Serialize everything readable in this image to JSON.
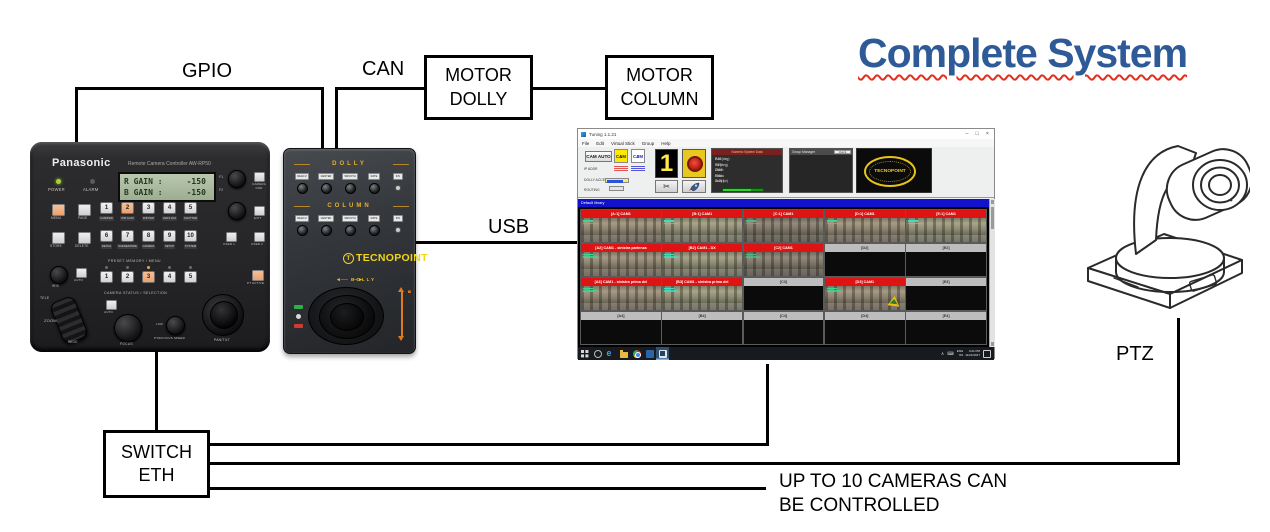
{
  "diagram": {
    "title": "Complete System",
    "gpio": "GPIO",
    "can": "CAN",
    "usb": "USB",
    "ptz": "PTZ",
    "note1": "UP TO 10 CAMERAS CAN",
    "note2": "BE CONTROLLED",
    "motor_dolly_1": "MOTOR",
    "motor_dolly_2": "DOLLY",
    "motor_column_1": "MOTOR",
    "motor_column_2": "COLUMN",
    "switch_1": "SWITCH",
    "switch_2": "ETH",
    "title_color": "#2e5b97",
    "squiggle_color": "#e0301e"
  },
  "panasonic": {
    "brand": "Panasonic",
    "model": "Remote Camera Controller  AW-RP50",
    "power": "POWER",
    "alarm": "ALARM",
    "lcd_line1": "R GAIN :     -150",
    "lcd_line2": "B GAIN :     -150",
    "f1": "F1",
    "f2": "F2",
    "camera_osd": "CAMERA OSD",
    "exit": "EXIT",
    "menu": "MENU",
    "page": "PAGE",
    "store": "STORE",
    "delete": "DELETE",
    "user1": "USER 1",
    "user2": "USER 2",
    "row1_nums": [
      "1",
      "2",
      "3",
      "4",
      "5"
    ],
    "row1_labels": [
      "CAM/PED",
      "R/B GAIN",
      "R/B PED",
      "LENS ADJ",
      "SHUTTER"
    ],
    "row2_nums": [
      "6",
      "7",
      "8",
      "9",
      "10"
    ],
    "row2_labels": [
      "DETAIL",
      "SCENE/MODE",
      "CAMERA",
      "SETUP",
      "SYSTEM"
    ],
    "preset_caption": "PRESET MEMORY / MENU",
    "cam_nums": [
      "1",
      "2",
      "3",
      "4",
      "5"
    ],
    "camera_caption": "CAMERA STATUS / SELECTION",
    "iris": "IRIS",
    "auto": "AUTO",
    "pt_active": "PT ACTIVE",
    "tele": "TELE",
    "wide": "WIDE",
    "zoom": "ZOOM",
    "focus": "FOCUS",
    "speed_low": "LOW",
    "speed_label": "PTZ/FOCUS SPEED",
    "pan_tilt": "PAN/TILT"
  },
  "tecnopoint": {
    "section1": "DOLLY",
    "section2": "COLUMN",
    "knob_labels": [
      "DEAD Z",
      "CENTER",
      "SMOOTH",
      "RATE",
      "INV"
    ],
    "logo_t": "T",
    "logo": "TECNOPOINT",
    "axis_dolly": "DOLLY",
    "axis_column": "COLUMN",
    "accent": "#e8b02c",
    "logo_color": "#f2d515"
  },
  "software": {
    "window_title": "Tuning 1.1.21",
    "window_buttons": [
      "–",
      "□",
      "×"
    ],
    "menu": [
      "File",
      "Edit",
      "Virtual Stick",
      "Group",
      "Help"
    ],
    "toolbar": {
      "cam_auto": "CAM AUTO",
      "cam1_top": "CAM",
      "cam1_num": "1",
      "cam2_top": "CAM",
      "cam2_num": "2",
      "ip_addr": "IP ADDR",
      "dolly_accel": "DOLLY ACCEL",
      "routing": "ROUTING",
      "big_number": "1"
    },
    "numeric": {
      "title": "Numeric System Data",
      "rows": [
        [
          "Pan (deg)",
          "0.33"
        ],
        [
          "Tilt (deg)",
          "0.29"
        ],
        [
          "Zoom",
          "1567"
        ],
        [
          "Focus",
          "3061"
        ],
        [
          "Dolly (m)",
          "-0.211"
        ]
      ]
    },
    "group": {
      "title": "Group Manager",
      "quick": "Quick"
    },
    "logo": "TECNOPOINT",
    "library_bar": "Default library",
    "grid": {
      "rows": [
        [
          {
            "t": "[A:1] CAM1",
            "red": 1,
            "img": 1
          },
          {
            "t": "[B:1] CAM1",
            "red": 1,
            "img": 1
          },
          {
            "t": "[C:1] CAM1",
            "red": 1,
            "img": 1
          },
          {
            "t": "[D:1] CAM1",
            "red": 1,
            "img": 1
          },
          {
            "t": "[E:1] CAM1",
            "red": 1,
            "img": 1
          }
        ],
        [
          {
            "t": "[A2] CAM1 - sinistra partenza",
            "red": 1,
            "img": 1
          },
          {
            "t": "[B2] CAM1 - DX",
            "red": 1,
            "img": 1
          },
          {
            "t": "[C2] CAM1",
            "red": 1,
            "img": 1
          },
          {
            "t": "[D2]"
          },
          {
            "t": "[E2]"
          }
        ],
        [
          {
            "t": "[A3] CAM1 - sinistra prima del",
            "red": 1,
            "img": 1
          },
          {
            "t": "[B3] CAM1 - sinistra prima del",
            "red": 1,
            "img": 1
          },
          {
            "t": "[C3]"
          },
          {
            "t": "[D3] CAM1",
            "red": 1,
            "img": 1,
            "warn": 1
          },
          {
            "t": "[E3]"
          }
        ],
        [
          {
            "t": "[A4]"
          },
          {
            "t": "[B4]"
          },
          {
            "t": "[C4]"
          },
          {
            "t": "[D4]"
          },
          {
            "t": "[E4]"
          }
        ]
      ]
    },
    "taskbar_icons": [
      "start",
      "search",
      "edge",
      "folder",
      "chrome",
      "blue",
      "tuning"
    ],
    "taskbar": {
      "lang1": "ENG",
      "lang2": "ITA",
      "time": "4:21 PM",
      "date": "11/21/2017"
    }
  }
}
